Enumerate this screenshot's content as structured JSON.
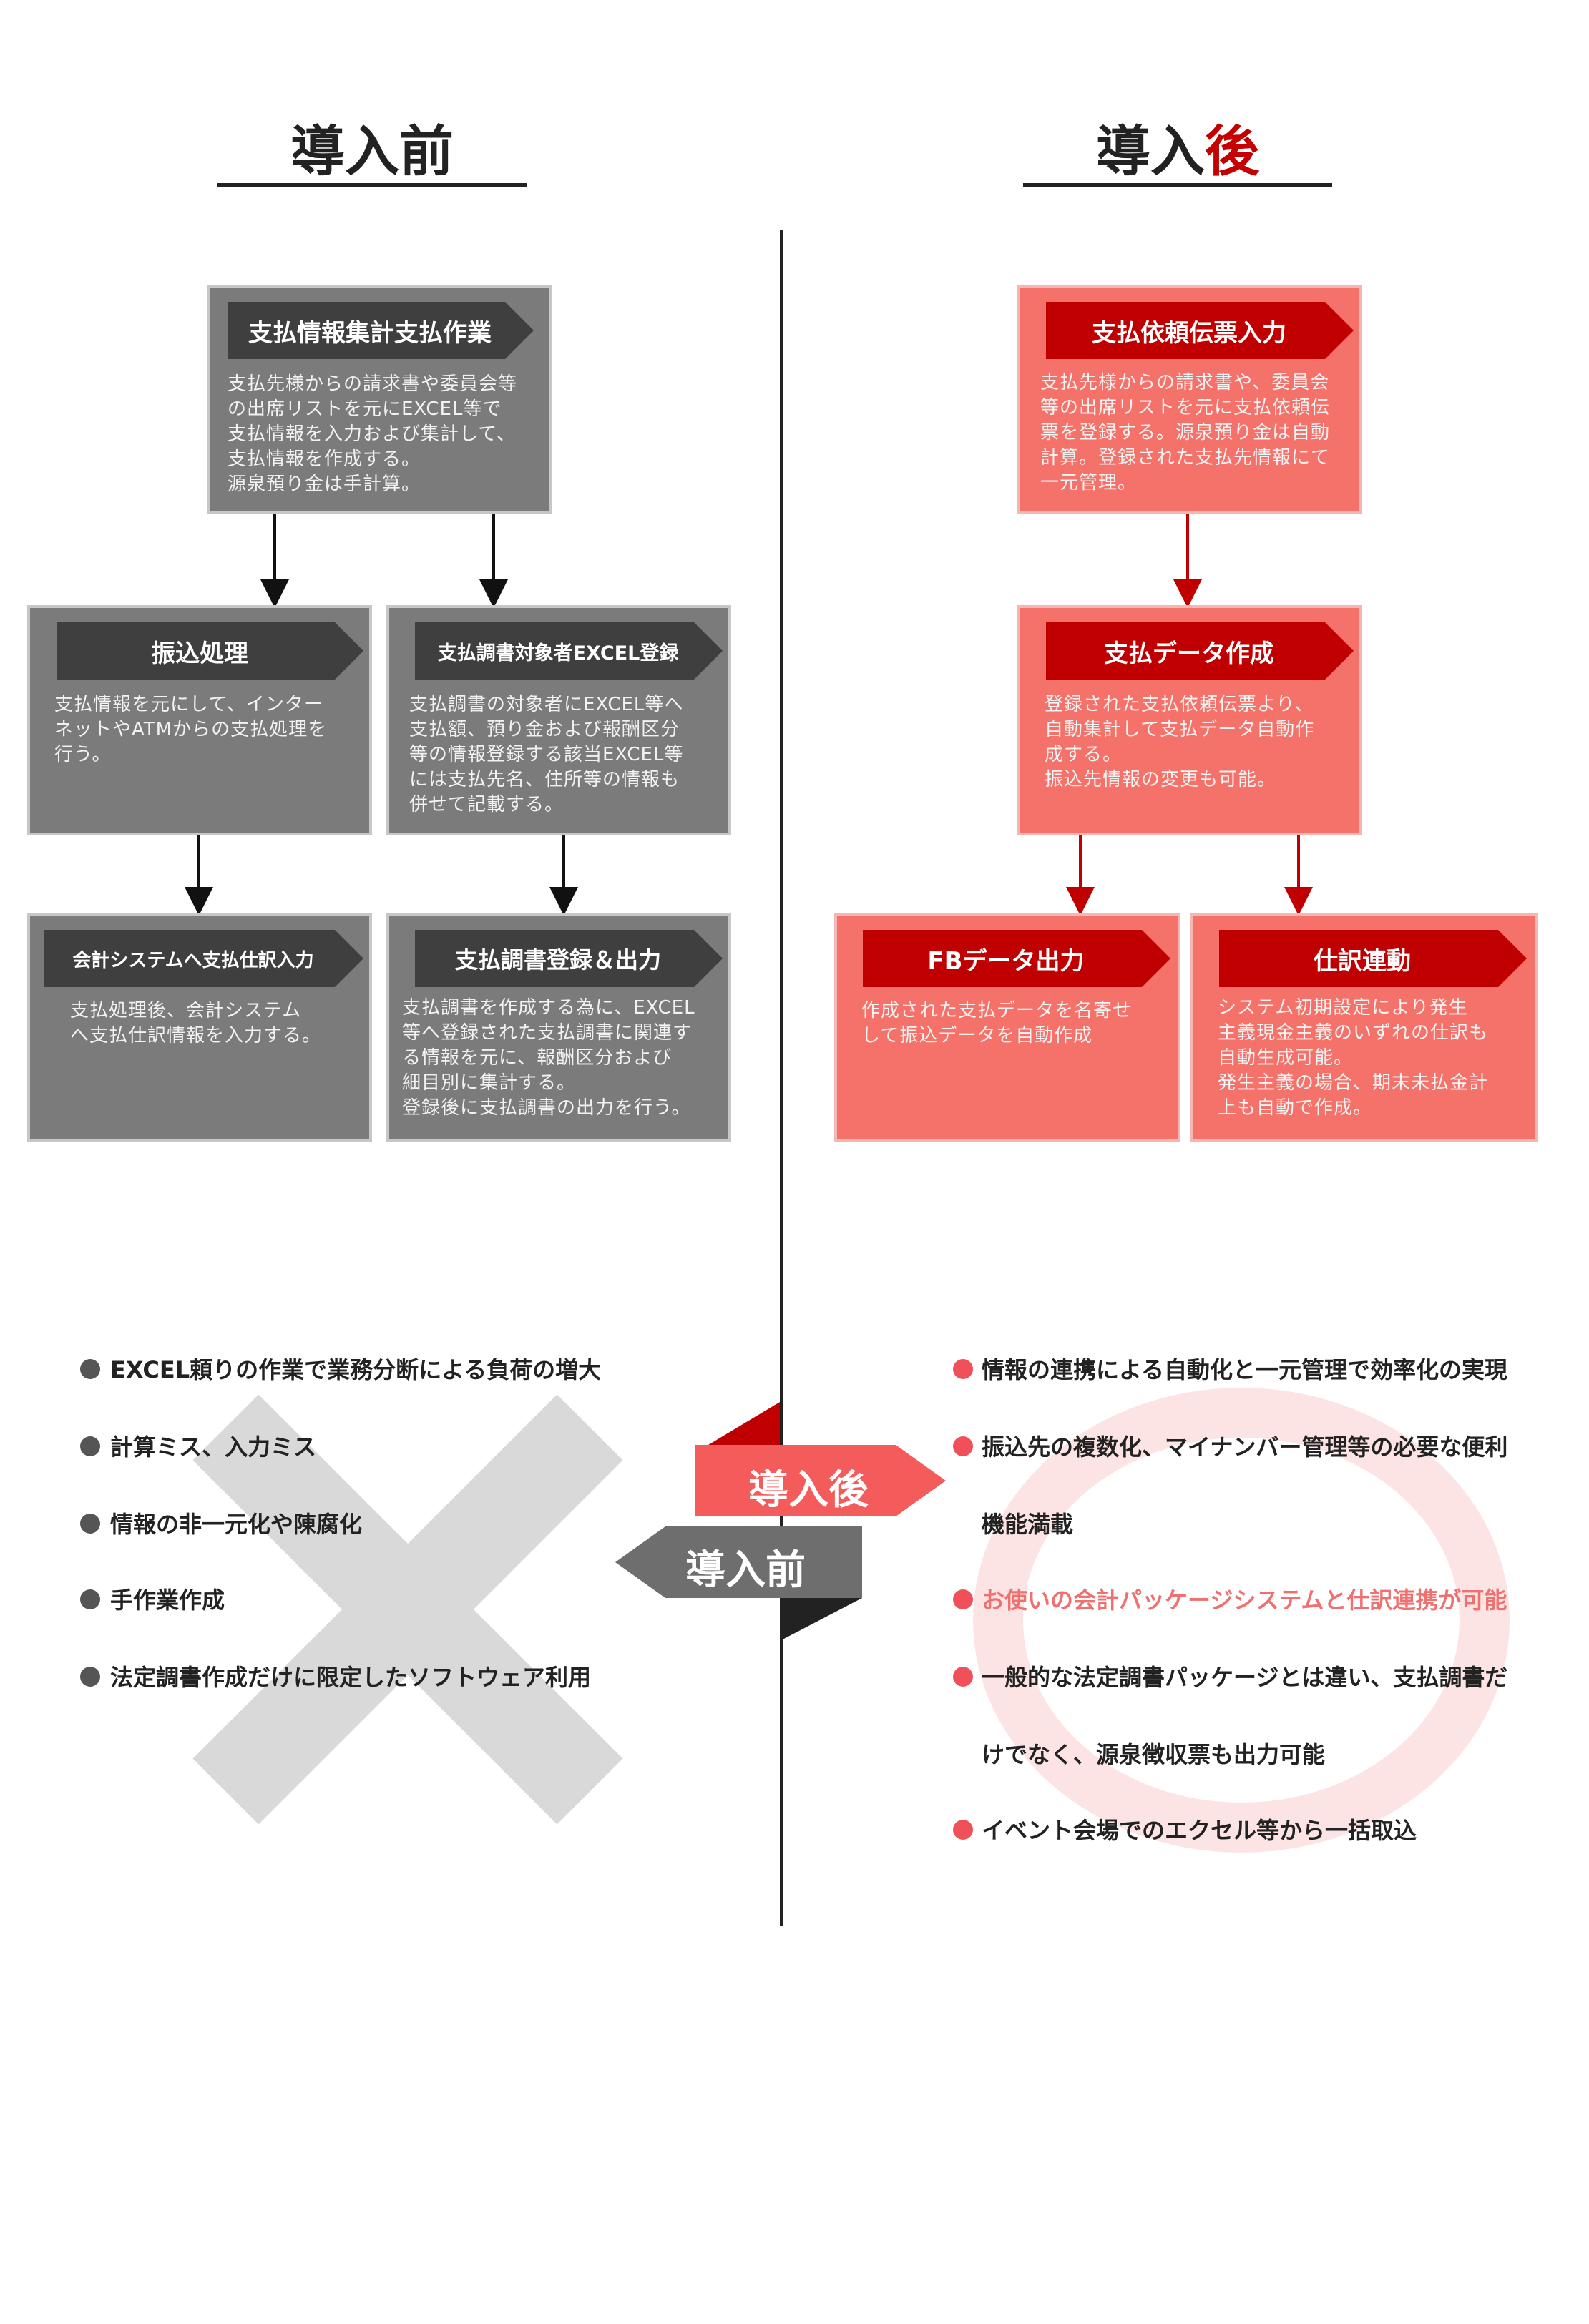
{
  "header": {
    "before_title": "導入前",
    "after_title_prefix": "導入",
    "after_title_accent": "後"
  },
  "before": {
    "top": {
      "title": "支払情報集計支払作業",
      "text": "支払先様からの請求書や委員会等\nの出席リストを元にEXCEL等で\n支払情報を入力および集計して、\n支払情報を作成する。\n源泉預り金は手計算。"
    },
    "mid_left": {
      "title": "振込処理",
      "text": "支払情報を元にして、インター\nネットやATMからの支払処理を\n行う。"
    },
    "mid_right": {
      "title": "支払調書対象者EXCEL登録",
      "text": "支払調書の対象者にEXCEL等へ\n支払額、預り金および報酬区分\n等の情報登録する該当EXCEL等\nには支払先名、住所等の情報も\n併せて記載する。"
    },
    "bottom_left": {
      "title": "会計システムへ支払仕訳入力",
      "text": "支払処理後、会計システム\nへ支払仕訳情報を入力する。"
    },
    "bottom_right": {
      "title": "支払調書登録＆出力",
      "text": "支払調書を作成する為に、EXCEL\n等へ登録された支払調書に関連す\nる情報を元に、報酬区分および\n細目別に集計する。\n登録後に支払調書の出力を行う。"
    }
  },
  "after": {
    "top": {
      "title": "支払依頼伝票入力",
      "text": "支払先様からの請求書や、委員会\n等の出席リストを元に支払依頼伝\n票を登録する。源泉預り金は自動\n計算。登録された支払先情報にて\n一元管理。"
    },
    "mid": {
      "title": "支払データ作成",
      "text": "登録された支払依頼伝票より、\n自動集計して支払データ自動作\n成する。\n振込先情報の変更も可能。"
    },
    "bottom_left": {
      "title": "FBデータ出力",
      "text": "作成された支払データを名寄せ\nして振込データを自動作成"
    },
    "bottom_right": {
      "title": "仕訳連動",
      "text": "システム初期設定により発生\n主義現金主義のいずれの仕訳も\n自動生成可能。\n発生主義の場合、期末未払金計\n上も自動で作成。"
    }
  },
  "before_issues": [
    "EXCEL頼りの作業で業務分断による負荷の増大",
    "計算ミス、入力ミス",
    "情報の非一元化や陳腐化",
    "手作業作成",
    "法定調書作成だけに限定したソフトウェア利用"
  ],
  "after_benefits": [
    "情報の連携による自動化と一元管理で効率化の実現",
    "振込先の複数化、マイナンバー管理等の必要な便利",
    "機能満載",
    "お使いの会計パッケージシステムと仕訳連携が可能",
    "一般的な法定調書パッケージとは違い、支払調書だ",
    "けでなく、源泉徴収票も出力可能",
    "イベント会場でのエクセル等から一括取込"
  ],
  "center_arrows": {
    "after_label": "導入後",
    "before_label": "導入前"
  },
  "colors": {
    "gray_box": "#7b7b7b",
    "gray_banner": "#3f3f3f",
    "red_box": "#f4726a",
    "red_banner": "#c00000",
    "accent": "#c40000",
    "bullet_gray": "#555555",
    "bullet_red": "#f0505a",
    "highlight_text": "#f07070"
  }
}
